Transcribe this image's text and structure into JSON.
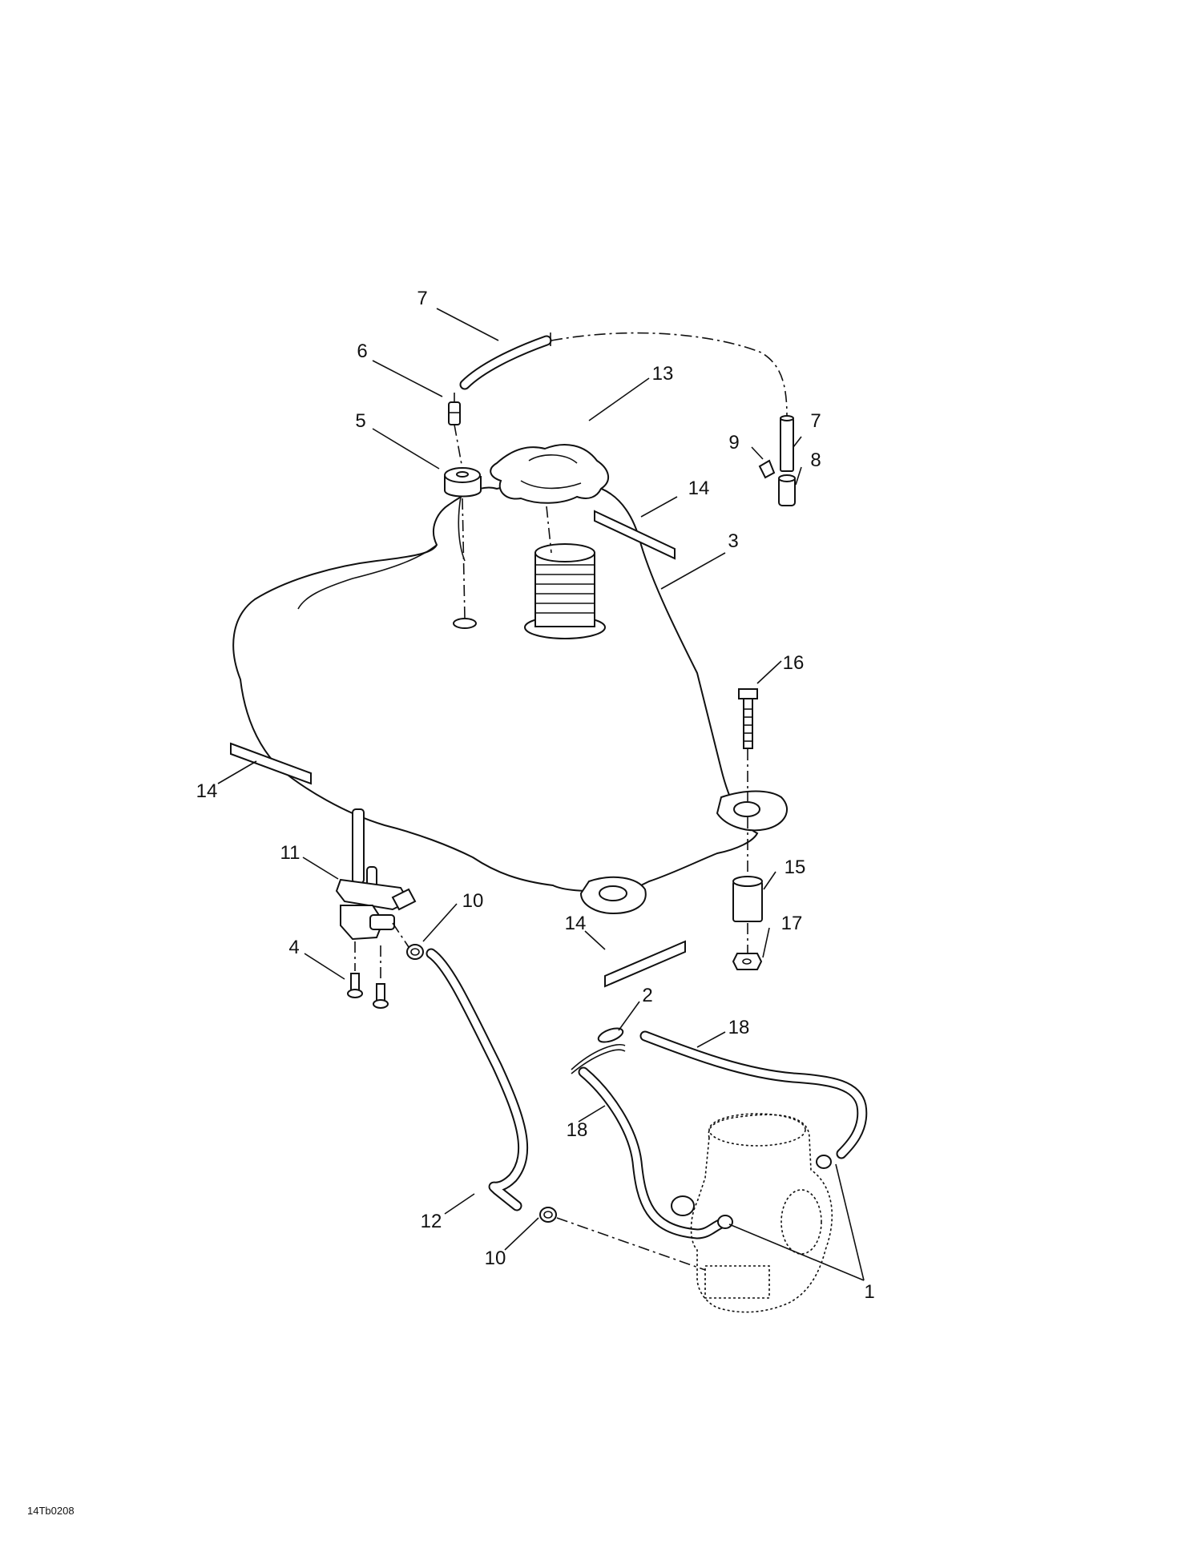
{
  "diagram": {
    "drawing_code": "14Tb0208",
    "callouts": [
      {
        "id": "c7a",
        "label": "7"
      },
      {
        "id": "c6",
        "label": "6"
      },
      {
        "id": "c13",
        "label": "13"
      },
      {
        "id": "c5",
        "label": "5"
      },
      {
        "id": "c7b",
        "label": "7"
      },
      {
        "id": "c9",
        "label": "9"
      },
      {
        "id": "c8",
        "label": "8"
      },
      {
        "id": "c14a",
        "label": "14"
      },
      {
        "id": "c3",
        "label": "3"
      },
      {
        "id": "c16",
        "label": "16"
      },
      {
        "id": "c14b",
        "label": "14"
      },
      {
        "id": "c11",
        "label": "11"
      },
      {
        "id": "c10a",
        "label": "10"
      },
      {
        "id": "c15",
        "label": "15"
      },
      {
        "id": "c14c",
        "label": "14"
      },
      {
        "id": "c4",
        "label": "4"
      },
      {
        "id": "c17",
        "label": "17"
      },
      {
        "id": "c2",
        "label": "2"
      },
      {
        "id": "c18a",
        "label": "18"
      },
      {
        "id": "c18b",
        "label": "18"
      },
      {
        "id": "c12",
        "label": "12"
      },
      {
        "id": "c10b",
        "label": "10"
      },
      {
        "id": "c1",
        "label": "1"
      }
    ]
  }
}
